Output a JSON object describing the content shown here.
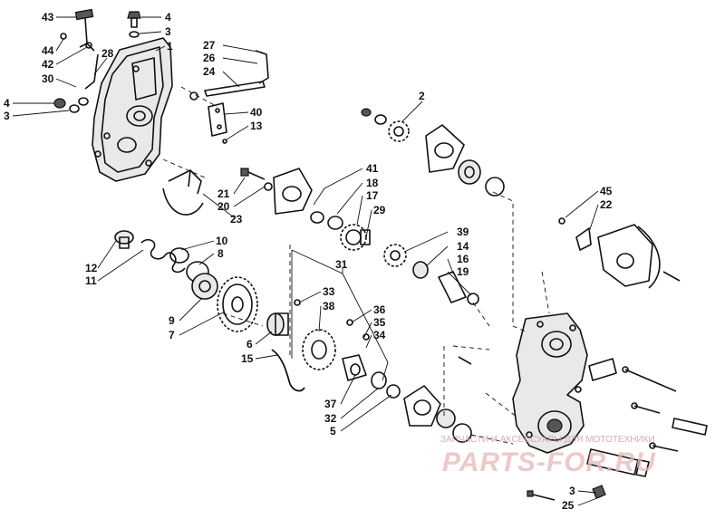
{
  "callouts": [
    {
      "id": "p43",
      "text": "43"
    },
    {
      "id": "p44",
      "text": "44"
    },
    {
      "id": "p42",
      "text": "42"
    },
    {
      "id": "p28",
      "text": "28"
    },
    {
      "id": "p30",
      "text": "30"
    },
    {
      "id": "p4a",
      "text": "4"
    },
    {
      "id": "p3a",
      "text": "3"
    },
    {
      "id": "p4b",
      "text": "4"
    },
    {
      "id": "p3b",
      "text": "3"
    },
    {
      "id": "p1",
      "text": "1"
    },
    {
      "id": "p27",
      "text": "27"
    },
    {
      "id": "p26",
      "text": "26"
    },
    {
      "id": "p24",
      "text": "24"
    },
    {
      "id": "p40",
      "text": "40"
    },
    {
      "id": "p13",
      "text": "13"
    },
    {
      "id": "p2",
      "text": "2"
    },
    {
      "id": "p41",
      "text": "41"
    },
    {
      "id": "p18",
      "text": "18"
    },
    {
      "id": "p17",
      "text": "17"
    },
    {
      "id": "p29",
      "text": "29"
    },
    {
      "id": "p21",
      "text": "21"
    },
    {
      "id": "p20",
      "text": "20"
    },
    {
      "id": "p23",
      "text": "23"
    },
    {
      "id": "p45",
      "text": "45"
    },
    {
      "id": "p22",
      "text": "22"
    },
    {
      "id": "p10",
      "text": "10"
    },
    {
      "id": "p8",
      "text": "8"
    },
    {
      "id": "p12",
      "text": "12"
    },
    {
      "id": "p11",
      "text": "11"
    },
    {
      "id": "p31",
      "text": "31"
    },
    {
      "id": "p39",
      "text": "39"
    },
    {
      "id": "p14",
      "text": "14"
    },
    {
      "id": "p16",
      "text": "16"
    },
    {
      "id": "p19",
      "text": "19"
    },
    {
      "id": "p9",
      "text": "9"
    },
    {
      "id": "p7",
      "text": "7"
    },
    {
      "id": "p33",
      "text": "33"
    },
    {
      "id": "p38",
      "text": "38"
    },
    {
      "id": "p36",
      "text": "36"
    },
    {
      "id": "p35",
      "text": "35"
    },
    {
      "id": "p34",
      "text": "34"
    },
    {
      "id": "p6",
      "text": "6"
    },
    {
      "id": "p15",
      "text": "15"
    },
    {
      "id": "p37",
      "text": "37"
    },
    {
      "id": "p32",
      "text": "32"
    },
    {
      "id": "p5",
      "text": "5"
    },
    {
      "id": "p3c",
      "text": "3"
    },
    {
      "id": "p25",
      "text": "25"
    }
  ],
  "watermark": {
    "caption": "ЗАПЧАСТИ И АКСЕССУАРЫ ДЛЯ МОТОТЕХНИКИ",
    "brand": "PARTS-FOR.RU"
  }
}
